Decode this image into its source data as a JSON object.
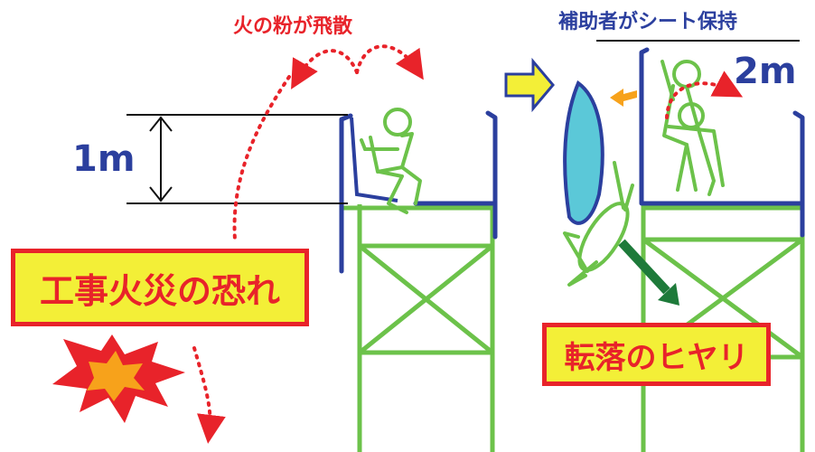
{
  "labels": {
    "sparks": "火の粉が飛散",
    "helper": "補助者がシート保持",
    "height_left": "1m",
    "height_right": "2m",
    "fire_warning": "工事火災の恐れ",
    "fall_warning": "転落のヒヤリ"
  },
  "colors": {
    "red": "#e8232a",
    "blue": "#2b3f9e",
    "green": "#6cc24a",
    "yellow": "#f3ef37",
    "orange": "#f7a21b",
    "dark_green": "#1e7a3a",
    "cyan": "#5bc8d8"
  }
}
